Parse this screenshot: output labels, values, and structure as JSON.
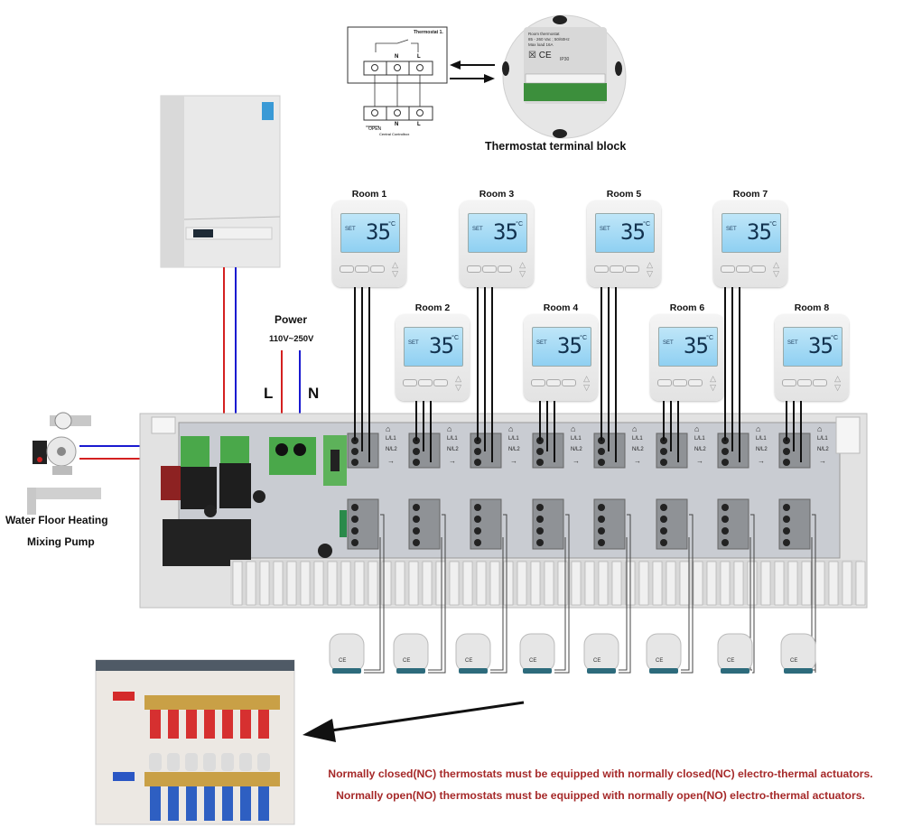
{
  "diagram": {
    "title": "Underfloor heating wiring centre connection diagram",
    "terminal_schematic": {
      "thermostat_label": "Thermostat 1.",
      "top_terminals": [
        "",
        "N",
        "L"
      ],
      "bottom_terminals": [
        "",
        "N",
        "L"
      ],
      "open_label": "OPEN",
      "box_label": "Central Controlbox"
    },
    "thermostat_terminal_block": {
      "caption": "Thermostat terminal block",
      "product_text": [
        "Room thermostat",
        "85 - 260 Vac ; 50/60Hz",
        "Max load 16A"
      ],
      "ip_rating": "IP30"
    },
    "boiler": {
      "label": ""
    },
    "power": {
      "title": "Power",
      "voltage": "110V~250V",
      "live": "L",
      "neutral": "N"
    },
    "pump": {
      "line1": "Water Floor Heating",
      "line2": "Mixing Pump"
    },
    "rooms": [
      {
        "label": "Room 1",
        "temp": "35",
        "unit": "°C",
        "set": "SET"
      },
      {
        "label": "Room 2",
        "temp": "35",
        "unit": "°C",
        "set": "SET"
      },
      {
        "label": "Room 3",
        "temp": "35",
        "unit": "°C",
        "set": "SET"
      },
      {
        "label": "Room 4",
        "temp": "35",
        "unit": "°C",
        "set": "SET"
      },
      {
        "label": "Room 5",
        "temp": "35",
        "unit": "°C",
        "set": "SET"
      },
      {
        "label": "Room 6",
        "temp": "35",
        "unit": "°C",
        "set": "SET"
      },
      {
        "label": "Room 7",
        "temp": "35",
        "unit": "°C",
        "set": "SET"
      },
      {
        "label": "Room 8",
        "temp": "35",
        "unit": "°C",
        "set": "SET"
      }
    ],
    "controller": {
      "zone_labels": [
        "L/L1",
        "N/L2"
      ],
      "zone_count": 8
    },
    "actuators": {
      "count": 8
    },
    "notes": [
      "Normally closed(NC) thermostats must be equipped with normally closed(NC) electro-thermal actuators.",
      "Normally open(NO) thermostats must be equipped with normally open(NO) electro-thermal actuators."
    ],
    "colors": {
      "live_wire": "#d42020",
      "neutral_wire": "#1a1ad0",
      "note_text": "#a62a2a",
      "lcd": "#9fd8f5",
      "terminal_green": "#4aa84a"
    }
  }
}
